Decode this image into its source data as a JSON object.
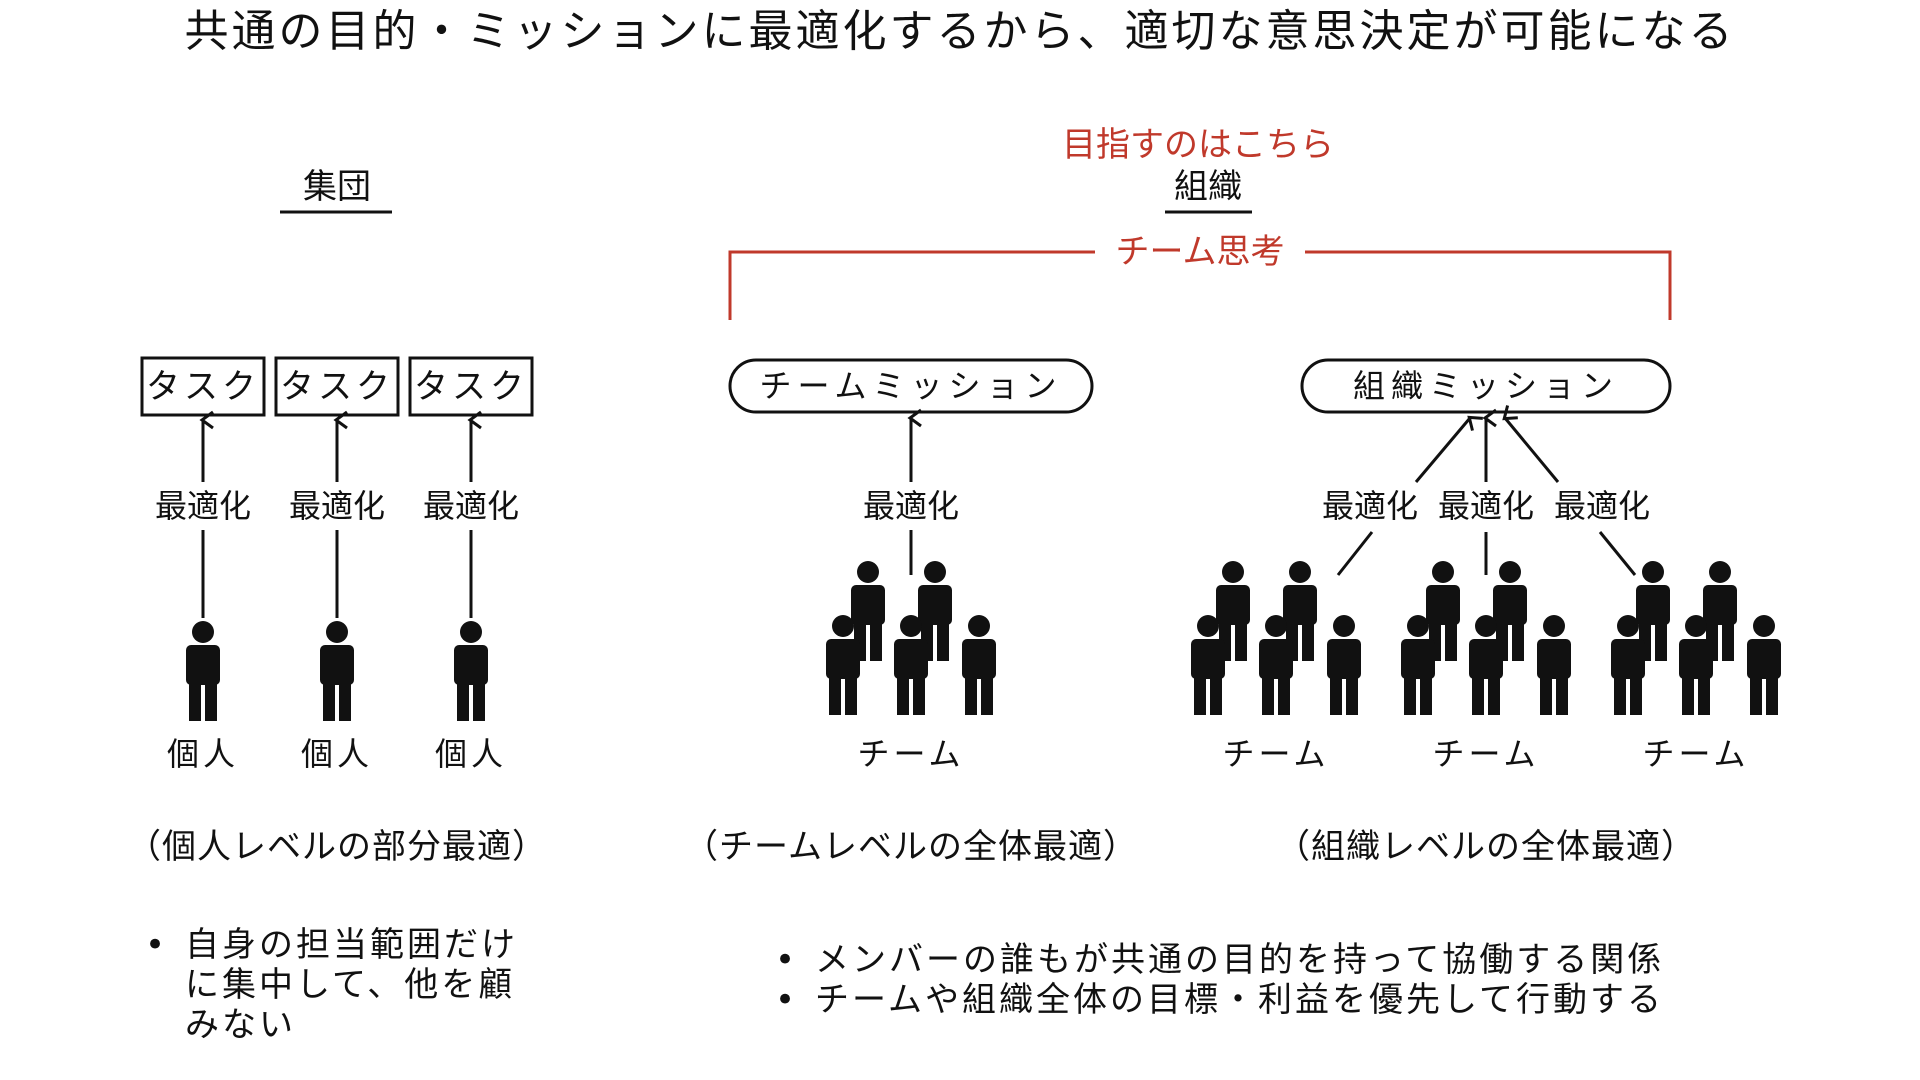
{
  "title": "共通の目的・ミッションに最適化するから、適切な意思決定が可能になる",
  "colors": {
    "accent_red": "#c0392b",
    "ink": "#111111"
  },
  "left": {
    "heading": "集団",
    "tasks": [
      "タスク",
      "タスク",
      "タスク"
    ],
    "optimize": [
      "最適化",
      "最適化",
      "最適化"
    ],
    "people": [
      "個人",
      "個人",
      "個人"
    ],
    "caption": "（個人レベルの部分最適）",
    "bullets": [
      "自身の担当範囲だけに集中して、他を顧みない"
    ]
  },
  "right": {
    "goal_label": "目指すのはこちら",
    "heading": "組織",
    "bracket_label": "チーム思考",
    "team": {
      "mission": "チームミッション",
      "optimize": "最適化",
      "group": "チーム",
      "caption": "（チームレベルの全体最適）"
    },
    "org": {
      "mission": "組織ミッション",
      "optimize": [
        "最適化",
        "最適化",
        "最適化"
      ],
      "groups": [
        "チーム",
        "チーム",
        "チーム"
      ],
      "caption": "（組織レベルの全体最適）"
    },
    "bullets": [
      "メンバーの誰もが共通の目的を持って協働する関係",
      "チームや組織全体の目標・利益を優先して行動する"
    ]
  },
  "icons": [
    "person-icon",
    "team-icon",
    "up-arrow-icon"
  ]
}
